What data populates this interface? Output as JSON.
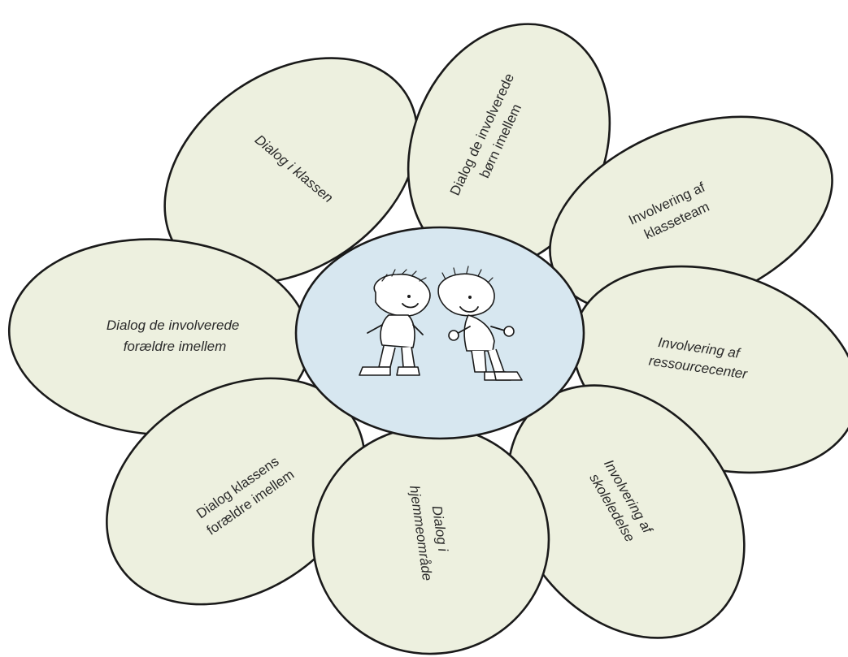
{
  "diagram": {
    "petals": {
      "p1": {
        "lines": [
          "Dialog i klassen"
        ]
      },
      "p2": {
        "lines": [
          "Dialog de involverede",
          "børn imellem"
        ]
      },
      "p3": {
        "lines": [
          "Involvering af",
          "klasseteam"
        ]
      },
      "p4": {
        "lines": [
          "Involvering af",
          "ressourcecenter"
        ]
      },
      "p5": {
        "lines": [
          "Involvering af",
          "skoleledelse"
        ]
      },
      "p6": {
        "lines": [
          "Dialog i",
          "hjemmeområde"
        ]
      },
      "p7": {
        "lines": [
          "Dialog klassens",
          "forældre imellem"
        ]
      },
      "p8": {
        "lines": [
          "Dialog de involverede",
          "forældre imellem"
        ]
      }
    },
    "center_image": "two-arguing-boys-illustration",
    "colors": {
      "petal_fill": "#edf0df",
      "center_fill": "#d7e7f0",
      "outline": "#1a1a1a"
    }
  }
}
